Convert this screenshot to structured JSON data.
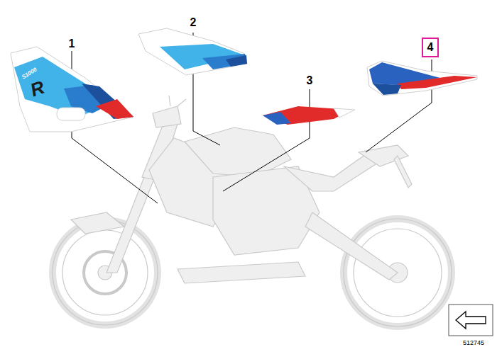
{
  "diagram": {
    "nodes": [
      {
        "text": [
          "4"
        ]
      }
    ],
    "labels": [
      "1",
      "2",
      "3",
      "S1000",
      "R",
      "512745"
    ]
  }
}
